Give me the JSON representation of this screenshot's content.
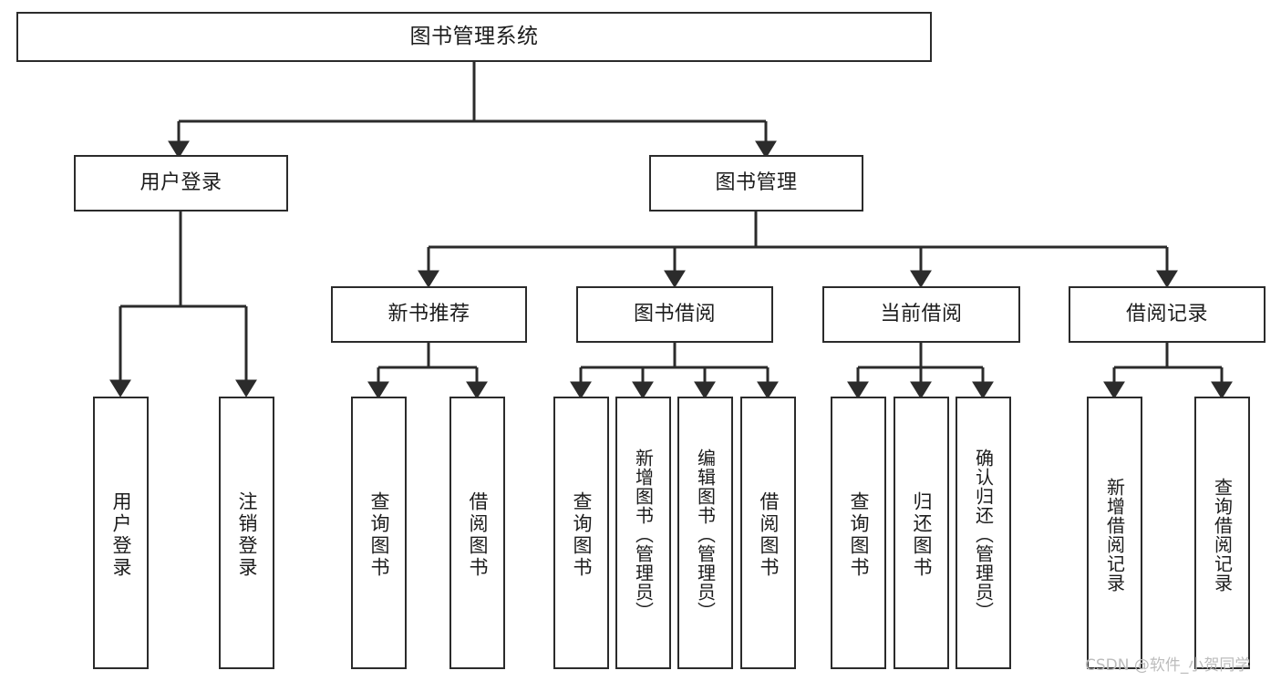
{
  "diagram": {
    "title": "图书管理系统",
    "type": "hierarchy-tree",
    "levels": 4,
    "colors": {
      "stroke": "#2b2b2b",
      "fill": "#ffffff",
      "text": "#1c1c1c",
      "watermark": "#bcbcbc"
    },
    "nodes": [
      {
        "id": "root",
        "label": "图书管理系统",
        "level": 1,
        "orientation": "horizontal"
      },
      {
        "id": "login",
        "label": "用户登录",
        "level": 2,
        "orientation": "horizontal"
      },
      {
        "id": "bookmgmt",
        "label": "图书管理",
        "level": 2,
        "orientation": "horizontal"
      },
      {
        "id": "newbook",
        "label": "新书推荐",
        "level": 3,
        "orientation": "horizontal"
      },
      {
        "id": "borrow",
        "label": "图书借阅",
        "level": 3,
        "orientation": "horizontal"
      },
      {
        "id": "current",
        "label": "当前借阅",
        "level": 3,
        "orientation": "horizontal"
      },
      {
        "id": "record",
        "label": "借阅记录",
        "level": 3,
        "orientation": "horizontal"
      },
      {
        "id": "l1",
        "label": "用户登录",
        "level": 4,
        "orientation": "vertical"
      },
      {
        "id": "l2",
        "label": "注销登录",
        "level": 4,
        "orientation": "vertical"
      },
      {
        "id": "l3",
        "label": "查询图书",
        "level": 4,
        "orientation": "vertical"
      },
      {
        "id": "l4",
        "label": "借阅图书",
        "level": 4,
        "orientation": "vertical"
      },
      {
        "id": "l5",
        "label": "查询图书",
        "level": 4,
        "orientation": "vertical"
      },
      {
        "id": "l6",
        "label": "新增图书（管理员）",
        "level": 4,
        "orientation": "vertical"
      },
      {
        "id": "l7",
        "label": "编辑图书（管理员）",
        "level": 4,
        "orientation": "vertical"
      },
      {
        "id": "l8",
        "label": "借阅图书",
        "level": 4,
        "orientation": "vertical"
      },
      {
        "id": "l9",
        "label": "查询图书",
        "level": 4,
        "orientation": "vertical"
      },
      {
        "id": "l10",
        "label": "归还图书",
        "level": 4,
        "orientation": "vertical"
      },
      {
        "id": "l11",
        "label": "确认归还（管理员）",
        "level": 4,
        "orientation": "vertical"
      },
      {
        "id": "l12",
        "label": "新增借阅记录",
        "level": 4,
        "orientation": "vertical"
      },
      {
        "id": "l13",
        "label": "查询借阅记录",
        "level": 4,
        "orientation": "vertical"
      }
    ],
    "edges": [
      {
        "from": "root",
        "to": "login"
      },
      {
        "from": "root",
        "to": "bookmgmt"
      },
      {
        "from": "login",
        "to": "l1"
      },
      {
        "from": "login",
        "to": "l2"
      },
      {
        "from": "bookmgmt",
        "to": "newbook"
      },
      {
        "from": "bookmgmt",
        "to": "borrow"
      },
      {
        "from": "bookmgmt",
        "to": "current"
      },
      {
        "from": "bookmgmt",
        "to": "record"
      },
      {
        "from": "newbook",
        "to": "l3"
      },
      {
        "from": "newbook",
        "to": "l4"
      },
      {
        "from": "borrow",
        "to": "l5"
      },
      {
        "from": "borrow",
        "to": "l6"
      },
      {
        "from": "borrow",
        "to": "l7"
      },
      {
        "from": "borrow",
        "to": "l8"
      },
      {
        "from": "current",
        "to": "l9"
      },
      {
        "from": "current",
        "to": "l10"
      },
      {
        "from": "current",
        "to": "l11"
      },
      {
        "from": "record",
        "to": "l12"
      },
      {
        "from": "record",
        "to": "l13"
      }
    ]
  },
  "watermark": {
    "text": "CSDN @软件_小贺同学"
  }
}
